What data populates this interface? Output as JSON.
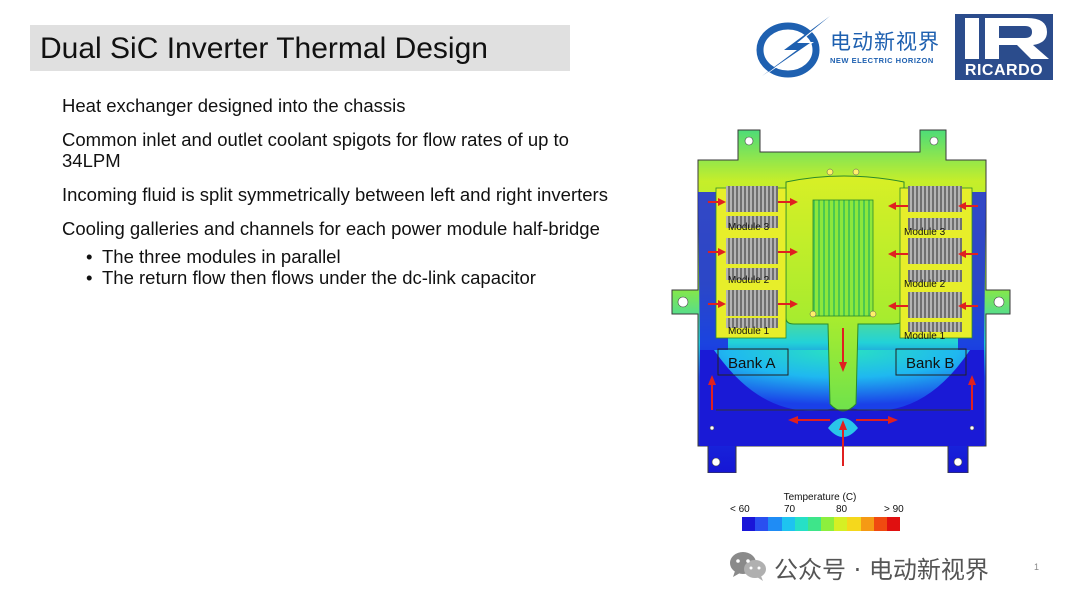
{
  "slide": {
    "title": "Dual SiC Inverter Thermal Design",
    "bullets": [
      "Heat exchanger designed into the chassis",
      "Common inlet and outlet coolant spigots for flow rates of up to 34LPM",
      "Incoming fluid is split symmetrically between left and right inverters",
      "Cooling galleries and channels for each power module half-bridge"
    ],
    "sub_bullets": [
      "The three modules in parallel",
      "The return flow then flows under the dc-link capacitor"
    ],
    "page_number": "1"
  },
  "logos": {
    "cn_name": "电动新视界",
    "en_name": "NEW ELECTRIC HORIZON",
    "ricardo": "RICARDO"
  },
  "diagram": {
    "modules_left": [
      "Module 3",
      "Module 2",
      "Module 1"
    ],
    "modules_right": [
      "Module 3",
      "Module 2",
      "Module 1"
    ],
    "bank_a": "Bank A",
    "bank_b": "Bank B",
    "legend": {
      "title": "Temperature (C)",
      "ticks": [
        "< 60",
        "70",
        "80",
        "> 90"
      ],
      "colors": [
        "#1a16d8",
        "#2a4ff0",
        "#1f8cf5",
        "#1ec3f0",
        "#26e0c6",
        "#3ee58a",
        "#8cef3e",
        "#d6ef24",
        "#f5d81c",
        "#f59a14",
        "#f04a10",
        "#e01010"
      ]
    }
  },
  "watermark": {
    "text": "公众号 · 电动新视界"
  },
  "colors": {
    "title_bar": "#e0e0e0",
    "brand_blue": "#1e60b0",
    "ricardo_blue": "#2b4c8c",
    "arrow_red": "#e02020"
  }
}
